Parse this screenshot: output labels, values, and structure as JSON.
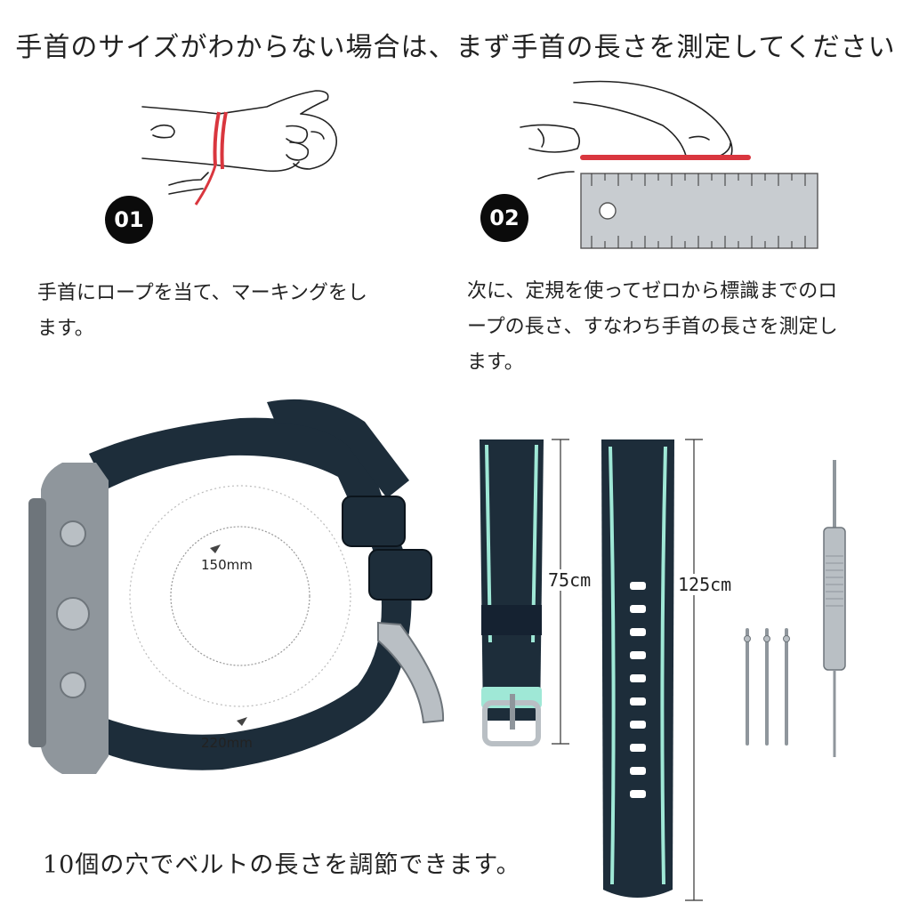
{
  "headline": "手首のサイズがわからない場合は、まず手首の長さを測定してください",
  "step1": {
    "badge": "01",
    "caption_line1": "手首にロープを当て、マーキングをし",
    "caption_line2": "ます。"
  },
  "step2": {
    "badge": "02",
    "caption_line1": "次に、定規を使ってゼロから標識までのロ",
    "caption_line2": "ープの長さ、すなわち手首の長さを測定し",
    "caption_line3": "ます。"
  },
  "dimensions": {
    "inner_diameter": "150mm",
    "outer_diameter": "220mm",
    "short_strap": "75cm",
    "long_strap": "125cm"
  },
  "bottom_note": "10個の穴でベルトの長さを調節できます。",
  "colors": {
    "strap_navy": "#1d2d3a",
    "accent_mint": "#9fe8d6",
    "rope_red": "#d9363e",
    "steel": "#b9bfc4"
  },
  "icons": [
    "wrist-rope-illustration",
    "ruler-measure-illustration",
    "watch-side-view",
    "strap-short",
    "strap-long",
    "spring-bar-pins",
    "spring-bar-tool"
  ]
}
